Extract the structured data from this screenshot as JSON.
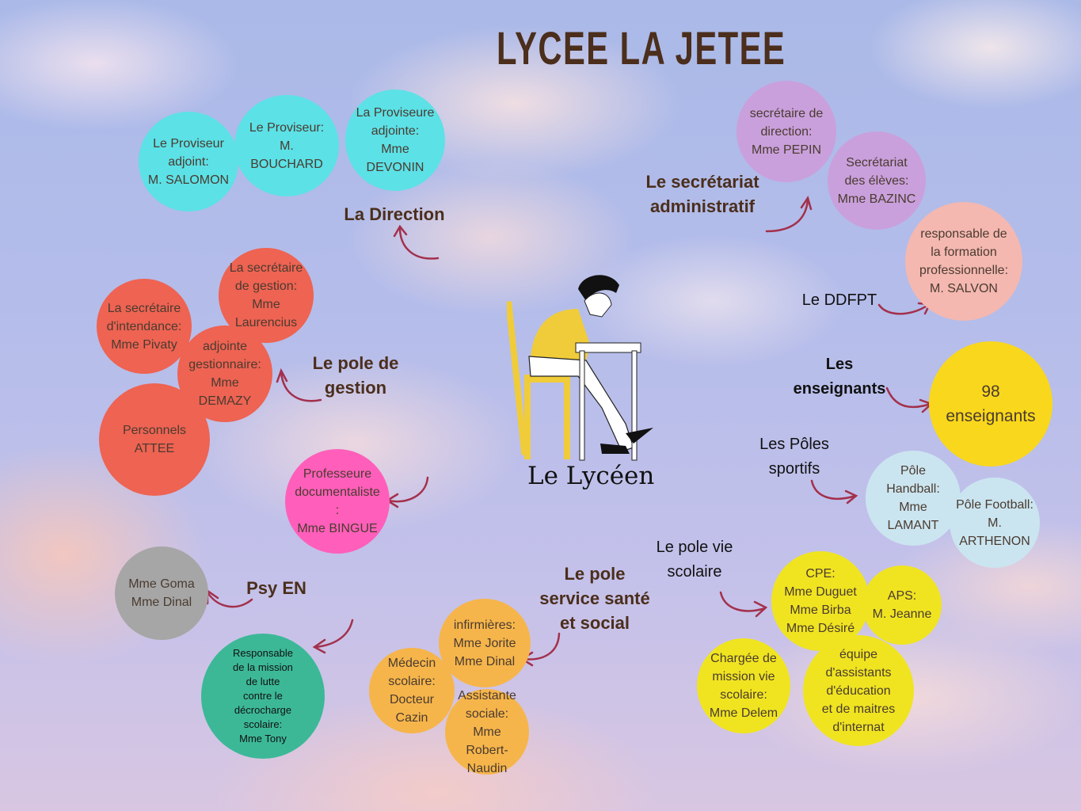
{
  "title": "LYCEE LA JETEE",
  "center": {
    "label": "Le Lycéen"
  },
  "groups": {
    "direction": {
      "label": "La Direction",
      "members": [
        "Le Proviseur\nadjoint:\nM. SALOMON",
        "Le Proviseur:\nM.\nBOUCHARD",
        "La Proviseure\nadjointe:\nMme\nDEVONIN"
      ]
    },
    "secretariat": {
      "label": "Le secrétariat\nadministratif",
      "members": [
        "secrétaire de\ndirection:\nMme PEPIN",
        "Secrétariat\ndes élèves:\nMme BAZINC"
      ]
    },
    "ddfpt": {
      "label": "Le DDFPT",
      "members": [
        "responsable de\nla formation\nprofessionnelle:\nM. SALVON"
      ]
    },
    "enseignants": {
      "label": "Les\nenseignants",
      "members": [
        "98\nenseignants"
      ]
    },
    "sport": {
      "label": "Les Pôles\nsportifs",
      "members": [
        "Pôle\nHandball:\nMme\nLAMANT",
        "Pôle Football:\nM.\nARTHENON"
      ]
    },
    "vie": {
      "label": "Le pole vie\nscolaire",
      "members": [
        "CPE:\nMme Duguet\nMme Birba\nMme Désiré",
        "APS:\nM. Jeanne",
        "Chargée de\nmission vie\nscolaire:\nMme Delem",
        "équipe\nd'assistants\nd'éducation\net de maitres\nd'internat"
      ]
    },
    "sante": {
      "label": "Le pole\nservice santé\net social",
      "members": [
        "infirmières:\nMme Jorite\nMme Dinal",
        "Médecin\nscolaire:\nDocteur\nCazin",
        "Assistante\nsociale: Mme\nRobert-\nNaudin"
      ]
    },
    "decrochage": {
      "members": [
        "Responsable\nde la mission\nde lutte\ncontre le\ndécrocharge\nscolaire:\nMme Tony"
      ]
    },
    "psy": {
      "label": "Psy EN",
      "members": [
        "Mme Goma\nMme Dinal"
      ]
    },
    "doc": {
      "members": [
        "Professeure\ndocumentaliste :\nMme BINGUE"
      ]
    },
    "gestion": {
      "label": "Le pole de\ngestion",
      "members": [
        "La secrétaire\nd'intendance:\nMme Pivaty",
        "La secrétaire\nde gestion:\nMme\nLaurencius",
        "adjointe\ngestionnaire:\nMme\nDEMAZY",
        "Personnels\nATTEE"
      ]
    }
  }
}
